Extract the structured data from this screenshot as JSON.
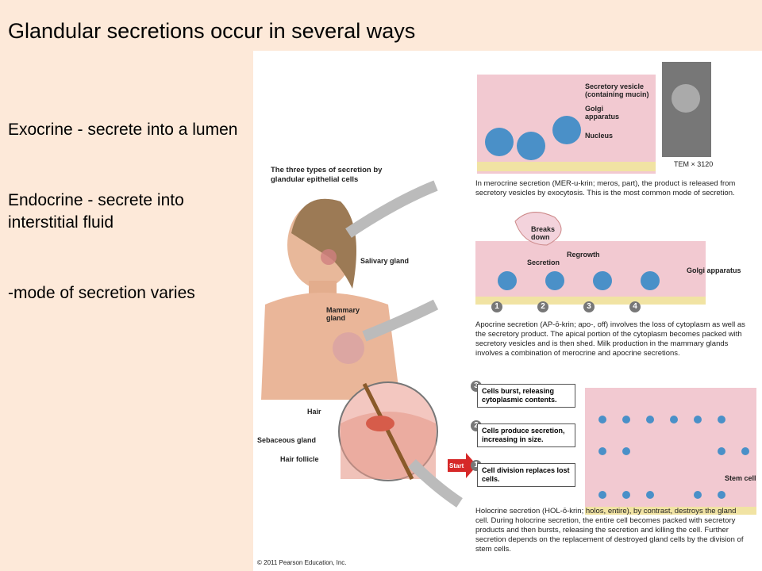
{
  "title": "Glandular secretions occur in several ways",
  "bullets": [
    "Exocrine - secrete into a lumen",
    "Endocrine - secrete into interstitial fluid",
    "-mode of secretion varies"
  ],
  "figure": {
    "intro": "The three types of secretion by glandular epithelial cells",
    "labels": {
      "salivary": "Salivary gland",
      "mammary": "Mammary gland",
      "hair": "Hair",
      "sebaceous": "Sebaceous gland",
      "follicle": "Hair follicle",
      "vesicle": "Secretory vesicle (containing mucin)",
      "golgi": "Golgi apparatus",
      "nucleus": "Nucleus",
      "tem": "TEM × 3120",
      "breaks": "Breaks down",
      "secretion": "Secretion",
      "regrowth": "Regrowth",
      "golgi2": "Golgi apparatus",
      "stem": "Stem cell",
      "start": "Start"
    },
    "merocrine": "In merocrine secretion (MER-u-krin; meros, part), the product is released from secretory vesicles by exocytosis. This is the most common mode of secretion.",
    "apocrine": "Apocrine secretion (AP-ō-krin; apo-, off) involves the loss of cytoplasm as well as the secretory product. The apical portion of the cytoplasm becomes packed with secretory vesicles and is then shed. Milk production in the mammary glands involves a combination of merocrine and apocrine secretions.",
    "holocrine": "Holocrine secretion (HOL-ō-krin; holos, entire), by contrast, destroys the gland cell. During holocrine secretion, the entire cell becomes packed with secretory products and then bursts, releasing the secretion and killing the cell. Further secretion depends on the replacement of destroyed gland cells by the division of stem cells.",
    "holo_steps": [
      {
        "num": "3",
        "text": "Cells burst, releasing cytoplasmic contents."
      },
      {
        "num": "2",
        "text": "Cells produce secretion, increasing in size."
      },
      {
        "num": "1",
        "text": "Cell division replaces lost cells."
      }
    ],
    "apo_steps": [
      "1",
      "2",
      "3",
      "4"
    ],
    "copyright": "© 2011 Pearson Education, Inc."
  }
}
